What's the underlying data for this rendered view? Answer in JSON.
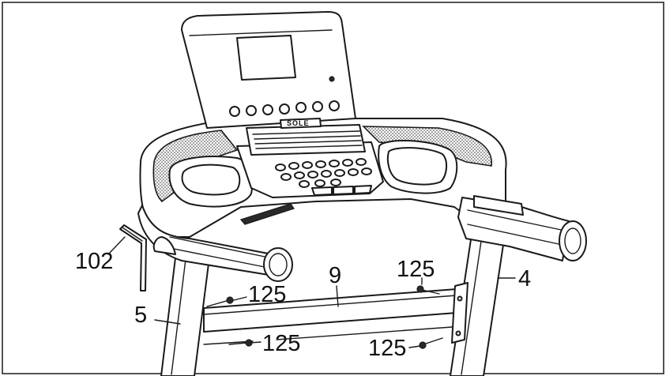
{
  "diagram": {
    "brand_mark": "SOLE",
    "callouts": {
      "allen_key": "102",
      "left_upright": "5",
      "right_upright": "4",
      "crossbar": "9",
      "bolt_left_upper": "125",
      "bolt_left_lower": "125",
      "bolt_right_upper": "125",
      "bolt_right_lower": "125"
    }
  },
  "colors": {
    "line": "#1a1a1a",
    "background": "#ffffff"
  }
}
